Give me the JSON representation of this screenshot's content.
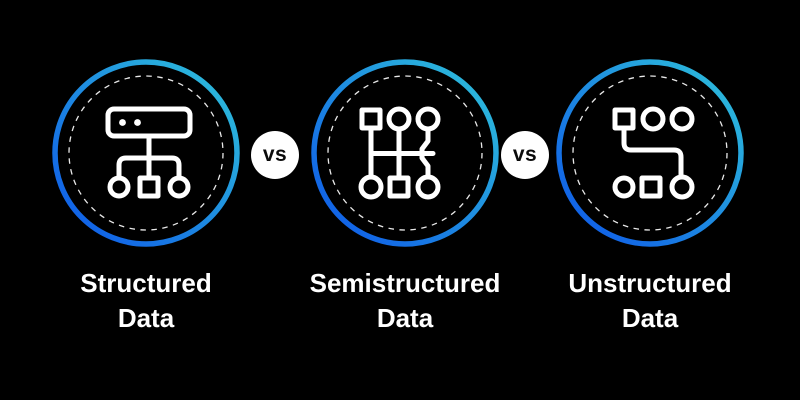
{
  "background_color": "#000000",
  "accent": {
    "ring_gradient_start": "#0d55e8",
    "ring_gradient_end": "#2fc3da",
    "dashed_circle_color": "#e8e8e8",
    "icon_color": "#ffffff",
    "label_color": "#ffffff",
    "badge_bg": "#ffffff",
    "badge_text_color": "#0a0a0a"
  },
  "circles": [
    {
      "id": "structured",
      "icon": "server-tree-icon",
      "label_lines": [
        "Structured",
        "Data"
      ]
    },
    {
      "id": "semistructured",
      "icon": "gear-shift-nodes-icon",
      "label_lines": [
        "Semistructured",
        "Data"
      ]
    },
    {
      "id": "unstructured",
      "icon": "scattered-nodes-icon",
      "label_lines": [
        "Unstructured",
        "Data"
      ]
    }
  ],
  "separators": [
    {
      "label": "vs"
    },
    {
      "label": "vs"
    }
  ]
}
